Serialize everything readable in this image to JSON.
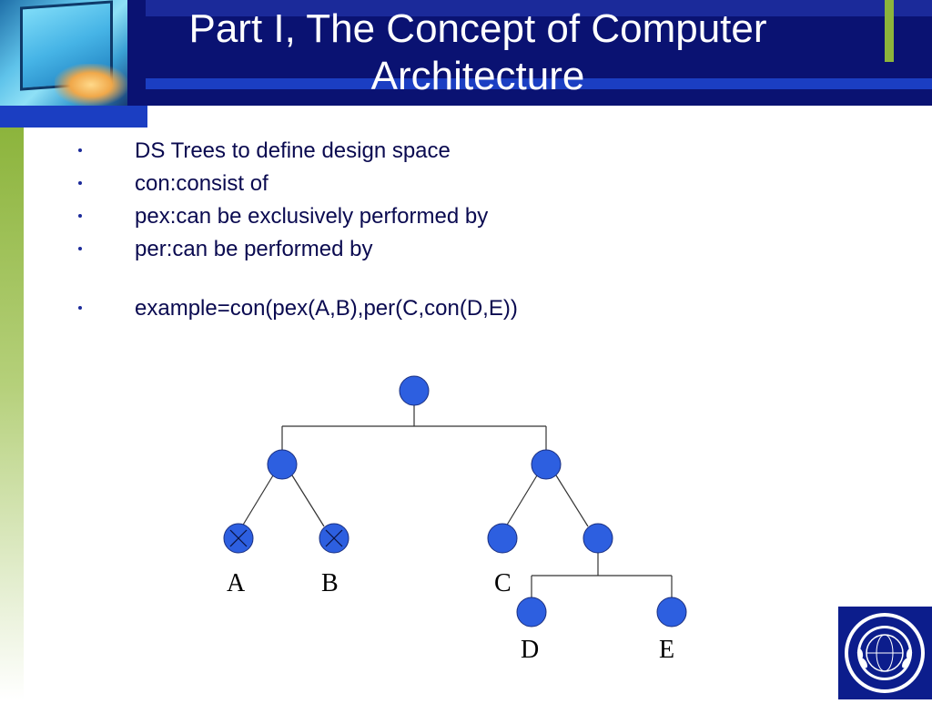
{
  "slide": {
    "title": "Part I, The Concept of Computer Architecture",
    "bullets": [
      "DS Trees to define design space",
      "con:consist of",
      "pex:can be exclusively performed by",
      "per:can be performed by",
      "example=con(pex(A,B),per(C,con(D,E))"
    ],
    "tree_labels": {
      "a": "A",
      "b": "B",
      "c": "C",
      "d": "D",
      "e": "E"
    }
  },
  "colors": {
    "header_navy": "#0a1272",
    "header_blue": "#1b3ec2",
    "accent_green": "#8cb43c",
    "node_fill": "#2d5fe0",
    "text_dark": "#0a0a50"
  },
  "icons": {
    "logo": "university-seal-icon"
  }
}
